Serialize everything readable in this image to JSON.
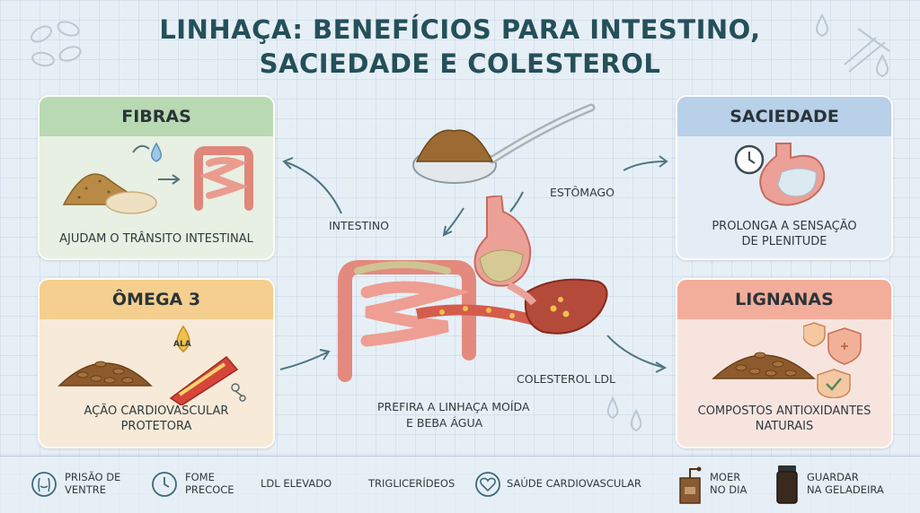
{
  "title": {
    "line1": "LINHAÇA: BENEFÍCIOS PARA INTESTINO,",
    "line2": "SACIEDADE E COLESTEROL"
  },
  "cards": {
    "fibras": {
      "title": "FIBRAS",
      "caption": "AJUDAM O TRÂNSITO INTESTINAL"
    },
    "omega": {
      "title": "ÔMEGA 3",
      "caption_line1": "AÇÃO CARDIOVASCULAR",
      "caption_line2": "PROTETORA",
      "ala_badge": "ALA"
    },
    "saciedade": {
      "title": "SACIEDADE",
      "caption_line1": "PROLONGA A SENSAÇÃO",
      "caption_line2": "DE PLENITUDE"
    },
    "lignanas": {
      "title": "LIGNANAS",
      "caption_line1": "COMPOSTOS ANTIOXIDANTES",
      "caption_line2": "NATURAIS"
    }
  },
  "center": {
    "label_intestino": "INTESTINO",
    "label_estomago": "ESTÔMAGO",
    "label_colesterol": "COLESTEROL LDL",
    "tip_line1": "PREFIRA A LINHAÇA MOÍDA",
    "tip_line2": "E BEBA ÁGUA"
  },
  "bottom_bar": [
    {
      "icon": "abdomen-icon",
      "line1": "PRISÃO DE",
      "line2": "VENTRE"
    },
    {
      "icon": "clock-icon",
      "line1": "FOME",
      "line2": "PRECOCE"
    },
    {
      "icon": "",
      "line1": "LDL ELEVADO",
      "line2": ""
    },
    {
      "icon": "",
      "line1": "TRIGLICERÍDEOS",
      "line2": ""
    },
    {
      "icon": "heart-icon",
      "line1": "SAÚDE CARDIOVASCULAR",
      "line2": ""
    },
    {
      "icon": "grinder-icon",
      "line1": "MOER",
      "line2": "NO DIA"
    },
    {
      "icon": "jar-icon",
      "line1": "GUARDAR",
      "line2": "NA GELADEIRA"
    }
  ],
  "colors": {
    "title": "#24505a",
    "fibras": "#b9d9b3",
    "omega": "#f4cf8f",
    "saciedade": "#b8d0e8",
    "lignanas": "#f2ad9b",
    "arrow": "#4f7680"
  }
}
